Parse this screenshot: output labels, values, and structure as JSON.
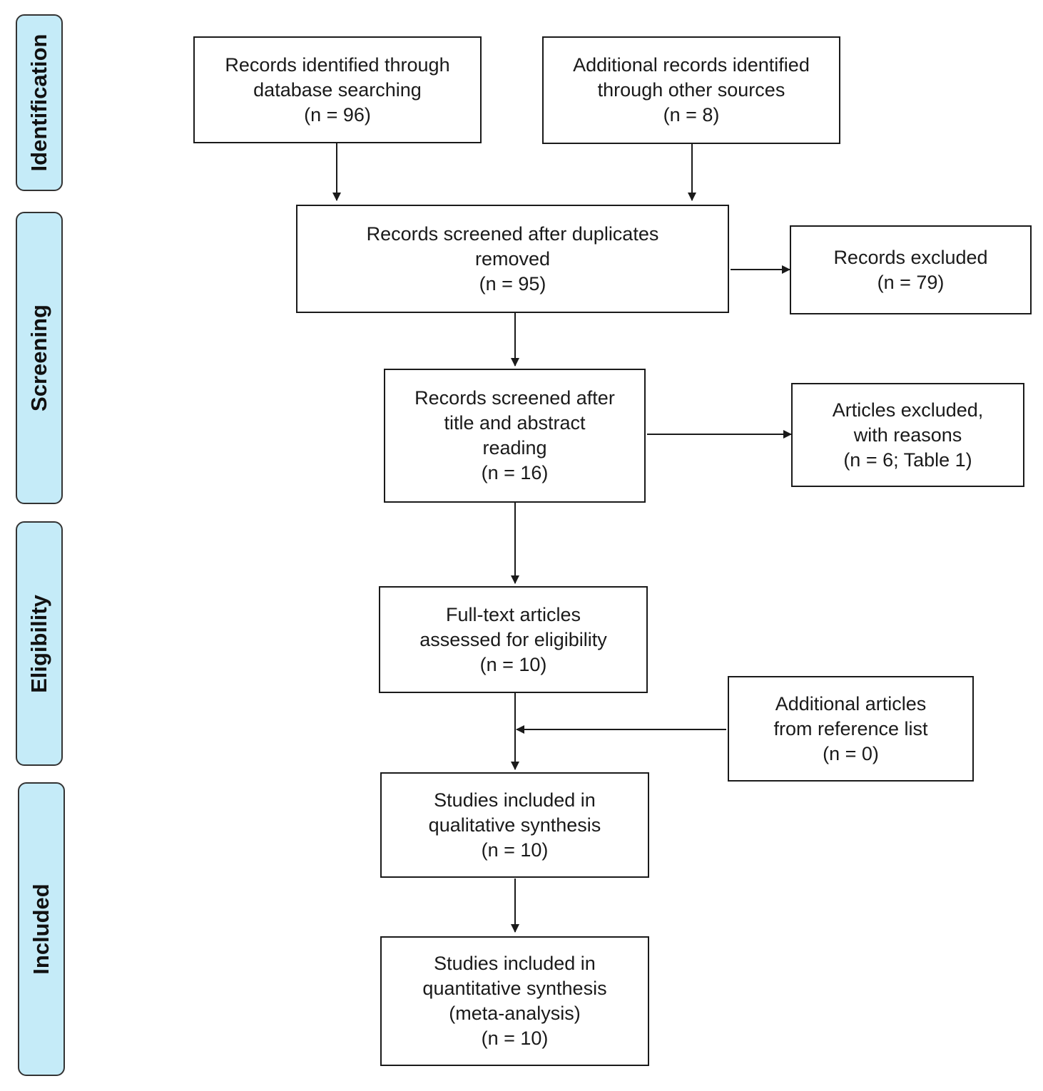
{
  "phases": {
    "identification": "Identification",
    "screening": "Screening",
    "eligibility": "Eligibility",
    "included": "Included"
  },
  "boxes": {
    "database_search": {
      "lines": [
        "Records identified through",
        "database searching",
        "(n = 96)"
      ]
    },
    "other_sources": {
      "lines": [
        "Additional records identified",
        "through other sources",
        "(n = 8)"
      ]
    },
    "after_duplicates": {
      "lines": [
        "Records screened after duplicates",
        "removed",
        "(n = 95)"
      ]
    },
    "records_excluded": {
      "lines": [
        "Records excluded",
        "(n = 79)"
      ]
    },
    "title_abstract": {
      "lines": [
        "Records screened after",
        "title and abstract",
        "reading",
        "(n = 16)"
      ]
    },
    "articles_excluded": {
      "lines": [
        "Articles excluded,",
        "with reasons",
        "(n = 6; Table 1)"
      ]
    },
    "full_text": {
      "lines": [
        "Full-text articles",
        "assessed for eligibility",
        "(n = 10)"
      ]
    },
    "reference_list": {
      "lines": [
        "Additional articles",
        "from reference list",
        "(n = 0)"
      ]
    },
    "qualitative": {
      "lines": [
        "Studies included in",
        "qualitative synthesis",
        "(n = 10)"
      ]
    },
    "quantitative": {
      "lines": [
        "Studies included in",
        "quantitative synthesis",
        "(meta-analysis)",
        "(n = 10)"
      ]
    }
  }
}
